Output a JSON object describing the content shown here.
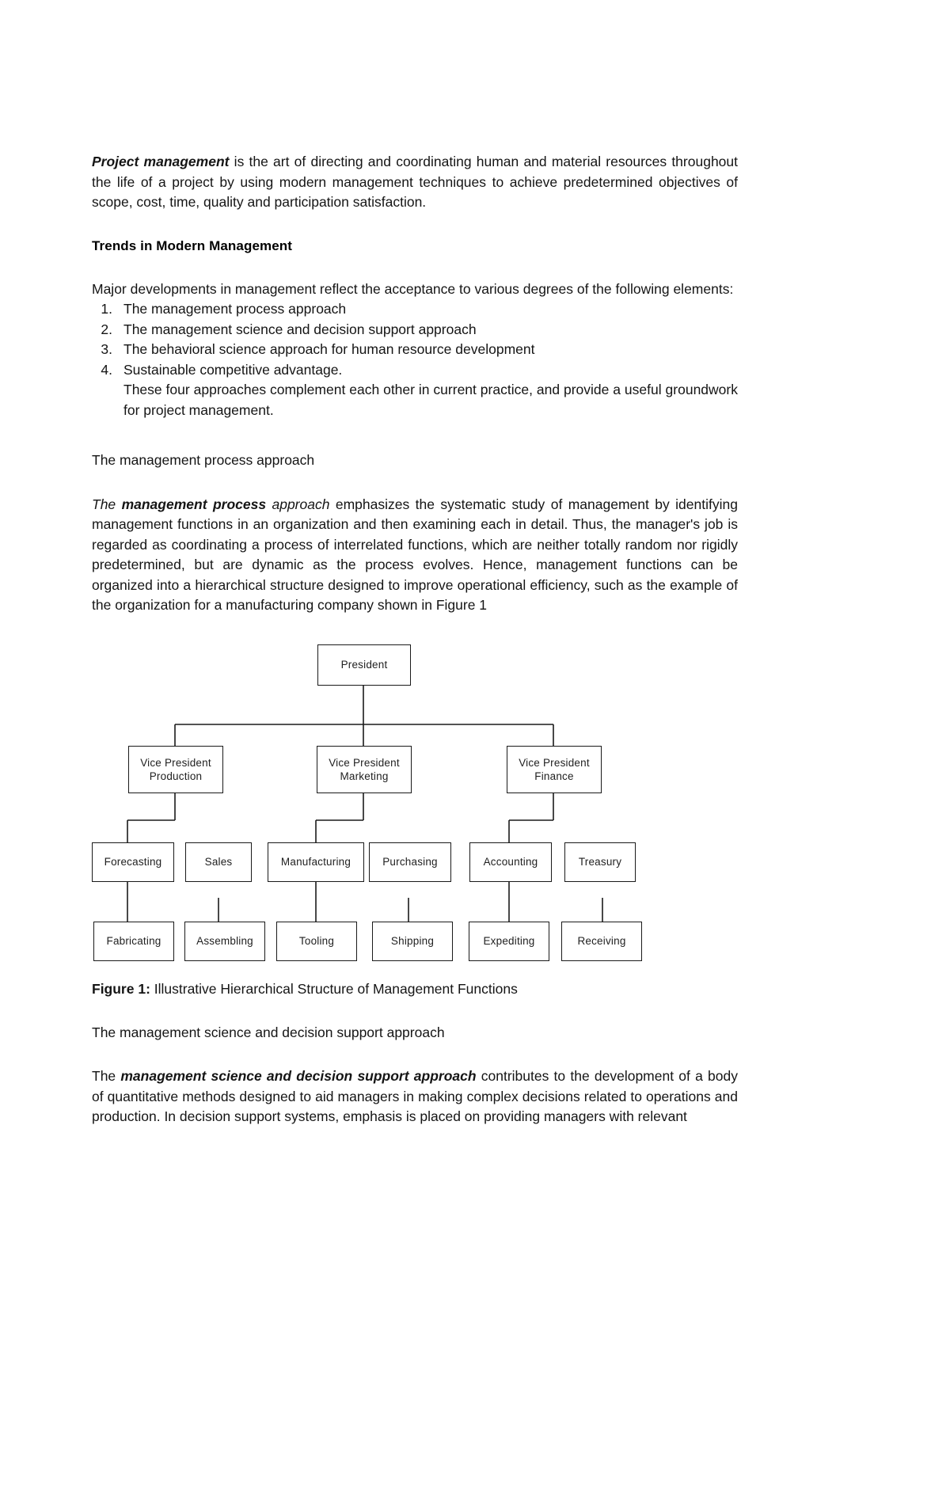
{
  "document": {
    "intro_paragraph": {
      "lead_bold_italic": "Project management",
      "rest": " is the art of directing and coordinating human and material resources throughout the life of a project by using modern management techniques to achieve predetermined objectives of scope, cost, time, quality and participation satisfaction."
    },
    "section_heading": "Trends in Modern Management",
    "list_intro": "Major developments in management reflect the acceptance to various degrees of the following elements:",
    "numbered_list": [
      {
        "num": "1.",
        "text": "The management process approach"
      },
      {
        "num": "2.",
        "text": "The management science and decision support approach"
      },
      {
        "num": "3.",
        "text": "The behavioral science approach for human resource development"
      },
      {
        "num": "4.",
        "text": "Sustainable competitive advantage."
      }
    ],
    "list_tail": "These four approaches complement each other in current practice, and provide a useful groundwork for project management.",
    "subheading_process": "The management process approach",
    "process_paragraph": {
      "lead_italic": "The ",
      "lead_bold_italic": "management process",
      "lead_italic_2": " approach",
      "rest": " emphasizes the systematic study of management by identifying management functions in an organization and then examining each in detail. Thus, the manager's job is regarded as coordinating a process of interrelated functions, which are neither totally random nor rigidly predetermined, but are dynamic as the process evolves. Hence, management functions can be organized into a hierarchical structure designed to improve operational efficiency, such as the example of the organization for a manufacturing company shown in Figure 1"
    },
    "figure_caption": {
      "label": "Figure 1:",
      "text": " Illustrative Hierarchical Structure of Management Functions"
    },
    "subheading_science": "The management science and decision support approach",
    "science_paragraph": {
      "lead": "The ",
      "lead_bold_italic": "management science and decision support approach",
      "rest": " contributes to the development of a body of quantitative methods designed to aid managers in making complex decisions related to operations and production. In decision support systems, emphasis is placed on providing managers with relevant"
    }
  },
  "chart_data": {
    "type": "diagram",
    "title": "Illustrative Hierarchical Structure of Management Functions",
    "levels": [
      {
        "level": 1,
        "nodes": [
          {
            "id": "president",
            "label": "President"
          }
        ]
      },
      {
        "level": 2,
        "nodes": [
          {
            "id": "vp-production",
            "label": "Vice President\nProduction",
            "line1": "Vice President",
            "line2": "Production"
          },
          {
            "id": "vp-marketing",
            "label": "Vice President\nMarketing",
            "line1": "Vice President",
            "line2": "Marketing"
          },
          {
            "id": "vp-finance",
            "label": "Vice President\nFinance",
            "line1": "Vice President",
            "line2": "Finance"
          }
        ]
      },
      {
        "level": 3,
        "nodes": [
          {
            "id": "forecasting",
            "label": "Forecasting",
            "parent": "vp-production"
          },
          {
            "id": "sales",
            "label": "Sales",
            "parent": "vp-production"
          },
          {
            "id": "manufacturing",
            "label": "Manufacturing",
            "parent": "vp-marketing"
          },
          {
            "id": "purchasing",
            "label": "Purchasing",
            "parent": "vp-marketing"
          },
          {
            "id": "accounting",
            "label": "Accounting",
            "parent": "vp-finance"
          },
          {
            "id": "treasury",
            "label": "Treasury",
            "parent": "vp-finance"
          }
        ]
      },
      {
        "level": 4,
        "nodes": [
          {
            "id": "fabricating",
            "label": "Fabricating",
            "parent": "forecasting"
          },
          {
            "id": "assembling",
            "label": "Assembling",
            "parent": "sales"
          },
          {
            "id": "tooling",
            "label": "Tooling",
            "parent": "manufacturing"
          },
          {
            "id": "shipping",
            "label": "Shipping",
            "parent": "purchasing"
          },
          {
            "id": "expediting",
            "label": "Expediting",
            "parent": "accounting"
          },
          {
            "id": "receiving",
            "label": "Receiving",
            "parent": "treasury"
          }
        ]
      }
    ],
    "colors": {
      "box_border": "#1a1a1a",
      "box_fill": "#ffffff",
      "connector": "#1a1a1a"
    }
  }
}
